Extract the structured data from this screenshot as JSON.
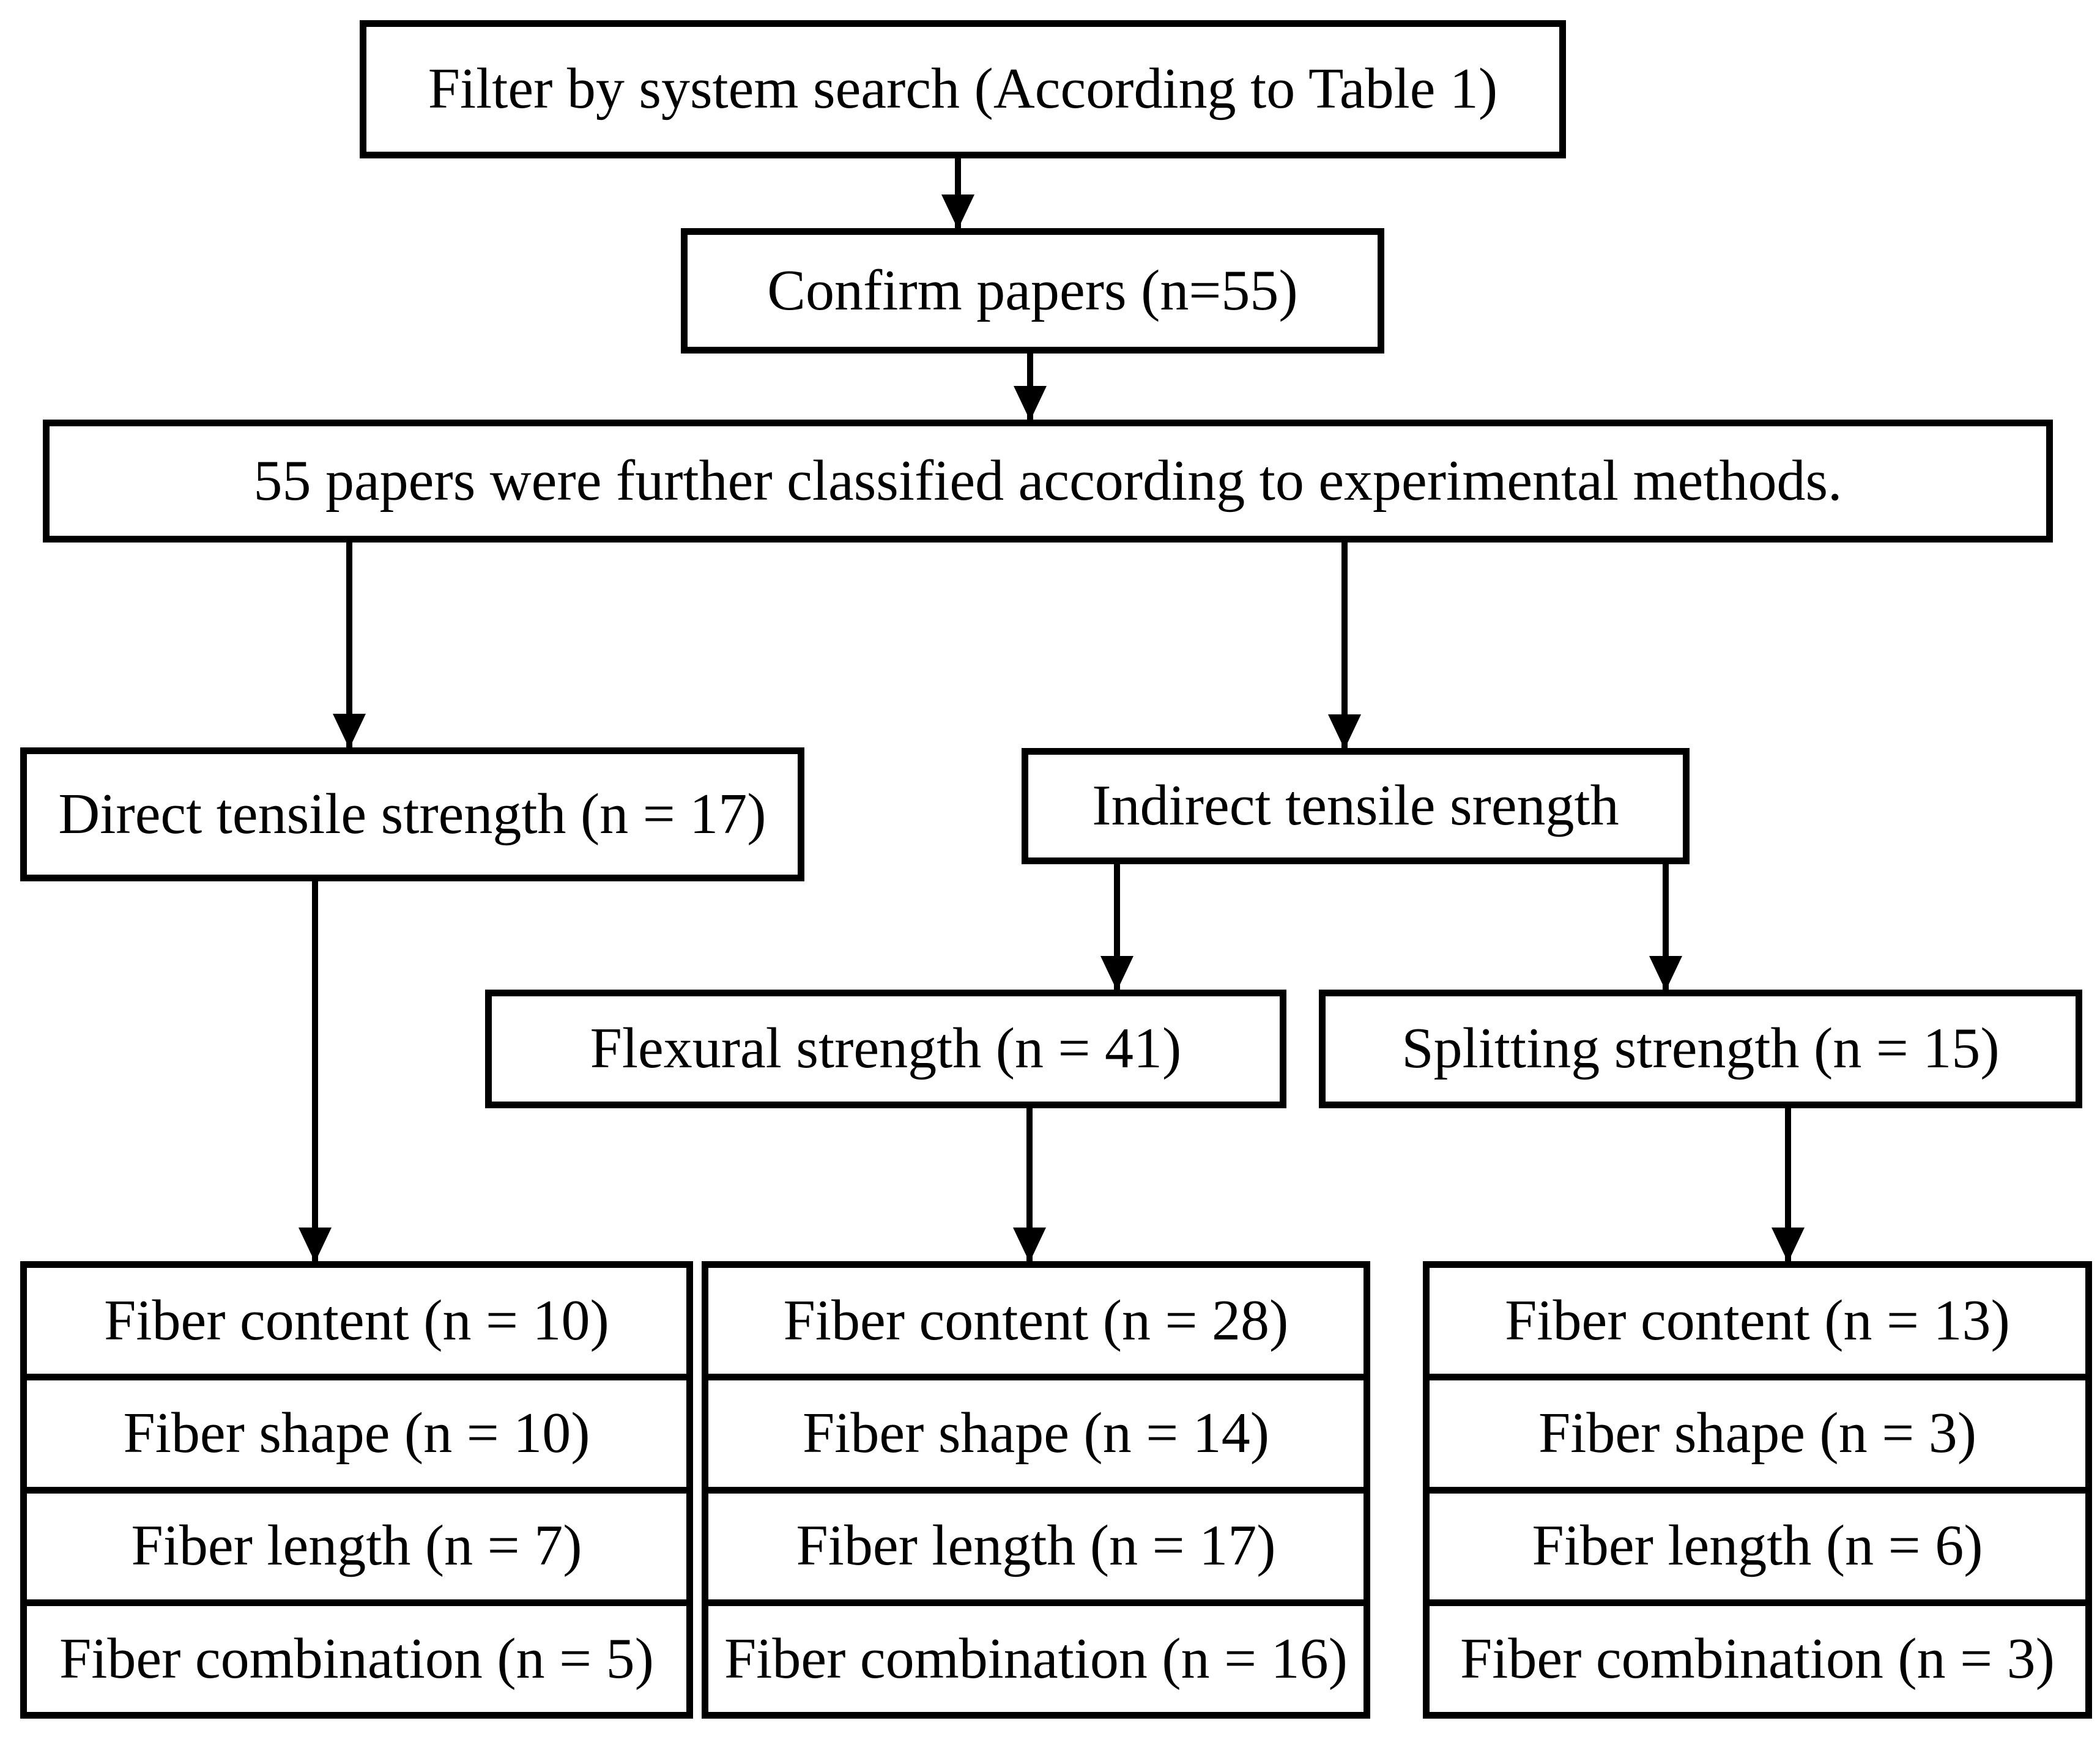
{
  "flowchart": {
    "nodes": {
      "filter": "Filter by system search (According to Table 1)",
      "confirm": "Confirm papers (n=55)",
      "classified": "55 papers were further classified according to experimental methods.",
      "direct": "Direct tensile strength (n = 17)",
      "indirect": "Indirect tensile srength",
      "flexural": "Flexural strength (n = 41)",
      "splitting": "Splitting strength (n = 15)"
    },
    "breakdowns": {
      "direct": {
        "fiber_content": "Fiber content (n = 10)",
        "fiber_shape": "Fiber shape (n = 10)",
        "fiber_length": "Fiber length (n = 7)",
        "fiber_combination": "Fiber combination (n = 5)"
      },
      "flexural": {
        "fiber_content": "Fiber content (n = 28)",
        "fiber_shape": "Fiber shape (n = 14)",
        "fiber_length": "Fiber length (n = 17)",
        "fiber_combination": "Fiber combination (n = 16)"
      },
      "splitting": {
        "fiber_content": "Fiber content (n = 13)",
        "fiber_shape": "Fiber shape (n = 3)",
        "fiber_length": "Fiber length (n = 6)",
        "fiber_combination": "Fiber combination (n = 3)"
      }
    },
    "colors": {
      "line": "#000000",
      "box_fill": "#ffffff",
      "text": "#000000",
      "background": "#ffffff"
    }
  }
}
